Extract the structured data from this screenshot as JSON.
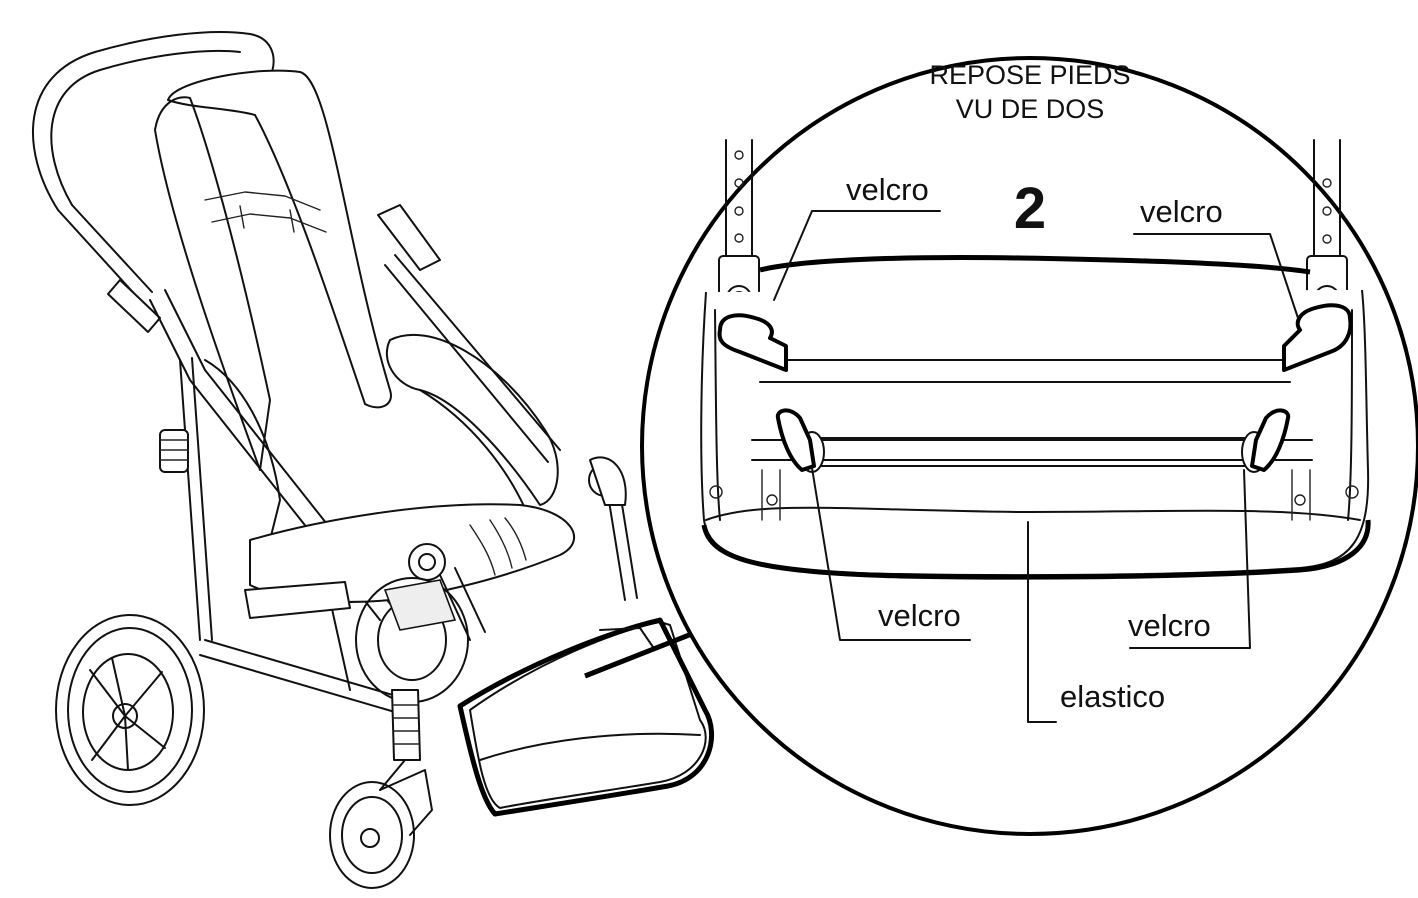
{
  "detail": {
    "title_line1": "REPOSE PIEDS",
    "title_line2": "VU DE DOS",
    "step_number": "2"
  },
  "callouts": {
    "velcro_top_left": "velcro",
    "velcro_top_right": "velcro",
    "velcro_bottom_left": "velcro",
    "velcro_bottom_right": "velcro",
    "elastic": "elastico"
  }
}
